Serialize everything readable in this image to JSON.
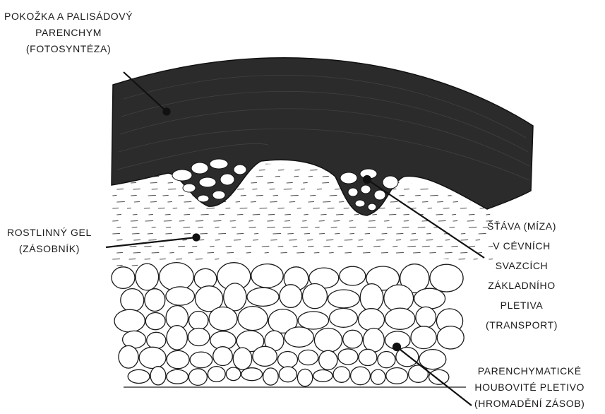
{
  "labels": {
    "epidermis": [
      "POKOŽKA A PALISÁDOVÝ",
      "PARENCHYM",
      "(FOTOSYNTÉZA)"
    ],
    "gel": [
      "ROSTLINNÝ GEL",
      "(ZÁSOBNÍK)"
    ],
    "sap": [
      "ŠŤÁVA (MÍZA)",
      "V CÉVNÍCH",
      "SVAZCÍCH",
      "ZÁKLADNÍHO",
      "PLETIVA",
      "(TRANSPORT)"
    ],
    "parenchyma": [
      "PARENCHYMATICKÉ",
      "HOUBOVITÉ PLETIVO",
      "(HROMADĚNÍ ZÁSOB)"
    ]
  },
  "colors": {
    "ink": "#1a1a1a",
    "outer_layer": "#2b2b2b",
    "paper": "#ffffff"
  }
}
